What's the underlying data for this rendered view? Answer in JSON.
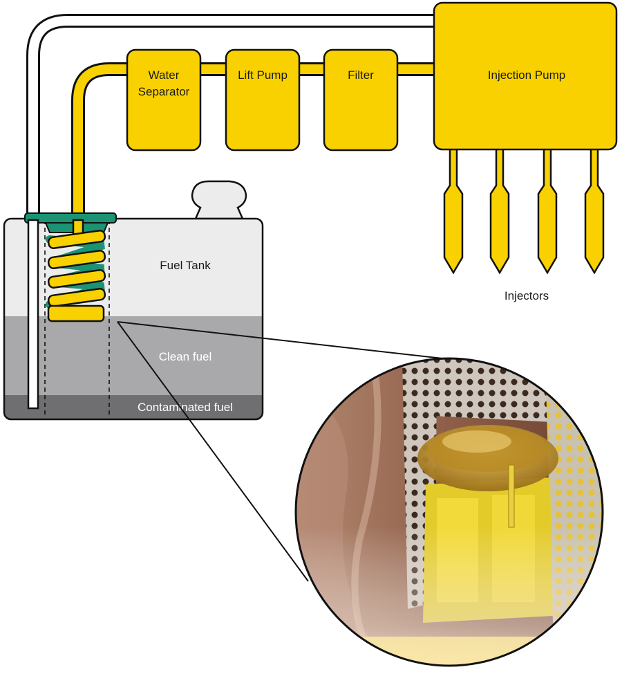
{
  "colors": {
    "yellow": "#f9d100",
    "green": "#1b9474",
    "tank_empty": "#ececec",
    "clean_fuel": "#a9a9ab",
    "contaminated": "#6f6f71",
    "outline": "#111111"
  },
  "components": {
    "water_separator": [
      "Water",
      "Separator"
    ],
    "lift_pump": "Lift Pump",
    "filter": "Filter",
    "injection_pump": "Injection Pump"
  },
  "tank": {
    "label": "Fuel Tank",
    "clean_fuel_label": "Clean fuel",
    "contaminated_label": "Contaminated fuel"
  },
  "injectors": {
    "label": "Injectors",
    "count": 4
  },
  "inset": {
    "description_icon": "magnified-photo-of-floating-pickup"
  }
}
